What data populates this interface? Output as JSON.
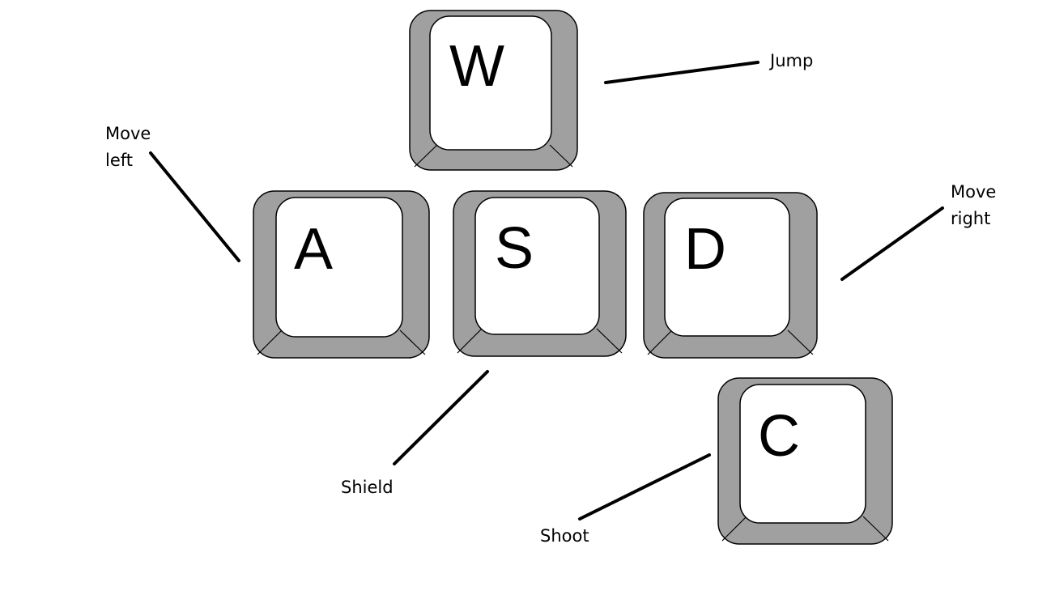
{
  "colors": {
    "key_outer": "#a0a0a0",
    "key_top": "#ffffff",
    "key_stroke": "#000000",
    "line": "#000000",
    "background": "#ffffff"
  },
  "keys": [
    {
      "id": "w",
      "letter": "W"
    },
    {
      "id": "a",
      "letter": "A"
    },
    {
      "id": "s",
      "letter": "S"
    },
    {
      "id": "d",
      "letter": "D"
    },
    {
      "id": "c",
      "letter": "C"
    }
  ],
  "labels": {
    "jump": "Jump",
    "move_left": [
      "Move",
      "left"
    ],
    "move_right": [
      "Move",
      "right"
    ],
    "shield": "Shield",
    "shoot": "Shoot"
  }
}
